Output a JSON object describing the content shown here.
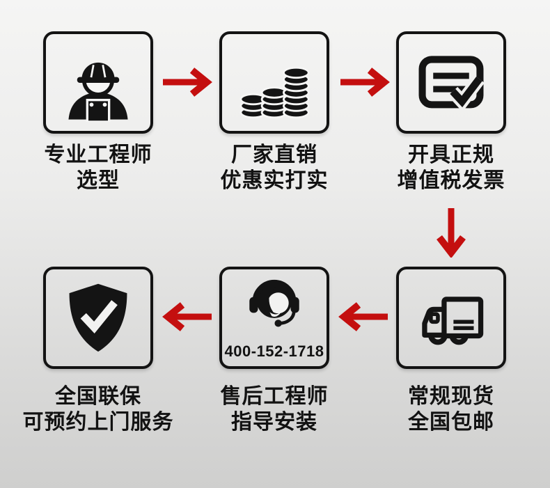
{
  "page": {
    "bg_top_color": "#f5f5f4",
    "bg_bottom_color": "#cfcfce",
    "accent_red": "#c40f0f",
    "icon_color": "#141414"
  },
  "steps": [
    {
      "icon": "engineer-icon",
      "caption_line1": "专业工程师",
      "caption_line2": "选型"
    },
    {
      "icon": "coins-icon",
      "caption_line1": "厂家直销",
      "caption_line2": "优惠实打实"
    },
    {
      "icon": "invoice-check-icon",
      "caption_line1": "开具正规",
      "caption_line2": "增值税发票"
    },
    {
      "icon": "truck-icon",
      "caption_line1": "常规现货",
      "caption_line2": "全国包邮"
    },
    {
      "icon": "headset-agent-icon",
      "phone": "400-152-1718",
      "caption_line1": "售后工程师",
      "caption_line2": "指导安装"
    },
    {
      "icon": "shield-check-icon",
      "caption_line1": "全国联保",
      "caption_line2": "可预约上门服务"
    }
  ],
  "arrows": [
    "arrow-right",
    "arrow-right",
    "arrow-down",
    "arrow-left",
    "arrow-left"
  ]
}
